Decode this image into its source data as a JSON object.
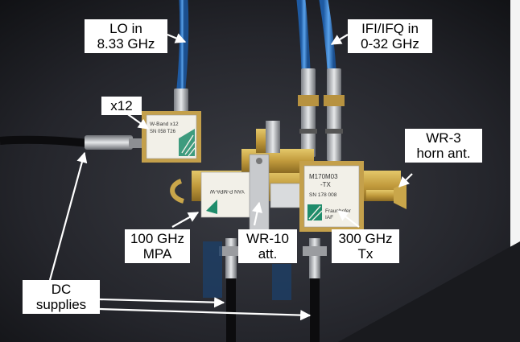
{
  "labels": {
    "lo_in": {
      "line1": "LO in",
      "line2": "8.33 GHz"
    },
    "ifi_ifq": {
      "line1": "IFI/IFQ in",
      "line2": "0-32 GHz"
    },
    "x12": {
      "line1": "x12"
    },
    "wr3": {
      "line1": "WR-3",
      "line2": "horn ant."
    },
    "mpa": {
      "line1": "100 GHz",
      "line2": "MPA"
    },
    "wr10": {
      "line1": "WR-10",
      "line2": "att."
    },
    "tx": {
      "line1": "300 GHz",
      "line2": "Tx"
    },
    "dc": {
      "line1": "DC",
      "line2": "supplies"
    }
  },
  "device_text": {
    "left_module": {
      "line1": "W-Band x12",
      "line2": "SN 058 T26"
    },
    "right_module": {
      "line1": "M170M03",
      "line2": "-TX",
      "line3": "SN 178 008",
      "brand": "Fraunhofer",
      "brand2": "IAF"
    },
    "mid_module": {
      "line1": "YAN P-MPA-W"
    }
  },
  "colors": {
    "cable_blue": "#2e78c8",
    "brass": "#c9a64a",
    "module_bg": "#f2f0e8",
    "logo_green": "#1f8c6b",
    "background": "#1c1d22"
  }
}
